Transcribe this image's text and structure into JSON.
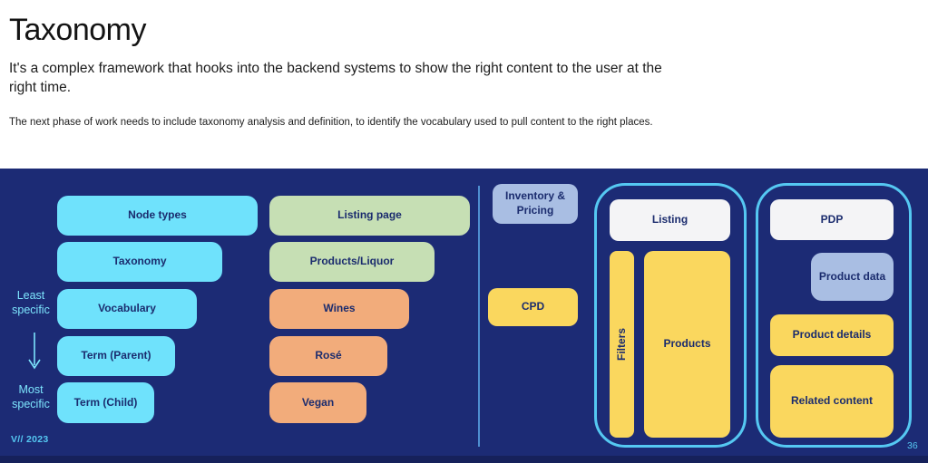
{
  "header": {
    "title": "Taxonomy",
    "subtitle": "It's a complex framework that hooks into the backend systems to show the right content to the user at the right time.",
    "note": "The next phase of work needs to include taxonomy analysis and definition, to identify the vocabulary used to pull content to the right places."
  },
  "colors": {
    "canvas_background": "#1C2B75",
    "bottom_strip": "#16215B",
    "cyan_box": "#6FE2FC",
    "green_box": "#C6DFB4",
    "orange_box": "#F2AC7B",
    "yellow_box": "#FAD75E",
    "periwinkle_box": "#A9BEE3",
    "white_box": "#F4F4F6",
    "panel_outline": "#55C8F2",
    "divider_line": "#4E8FD0",
    "box_text": "#1B2C6E",
    "side_label_text": "#7DE5FD"
  },
  "funnel": {
    "least_label": "Least specific",
    "most_label": "Most specific",
    "node_boxes": [
      "Node types",
      "Taxonomy",
      "Vocabulary",
      "Term (Parent)",
      "Term (Child)"
    ],
    "page_boxes": [
      "Listing page",
      "Products/Liquor",
      "Wines",
      "Rosé",
      "Vegan"
    ]
  },
  "systems": {
    "inventory_pricing": "Inventory & Pricing",
    "cpd": "CPD"
  },
  "listing_panel": {
    "title": "Listing",
    "filters": "Filters",
    "products": "Products"
  },
  "pdp_panel": {
    "title": "PDP",
    "product_data": "Product data",
    "product_details": "Product details",
    "related_content": "Related content"
  },
  "footer": {
    "brand": "V// 2023",
    "page_number": "36"
  }
}
